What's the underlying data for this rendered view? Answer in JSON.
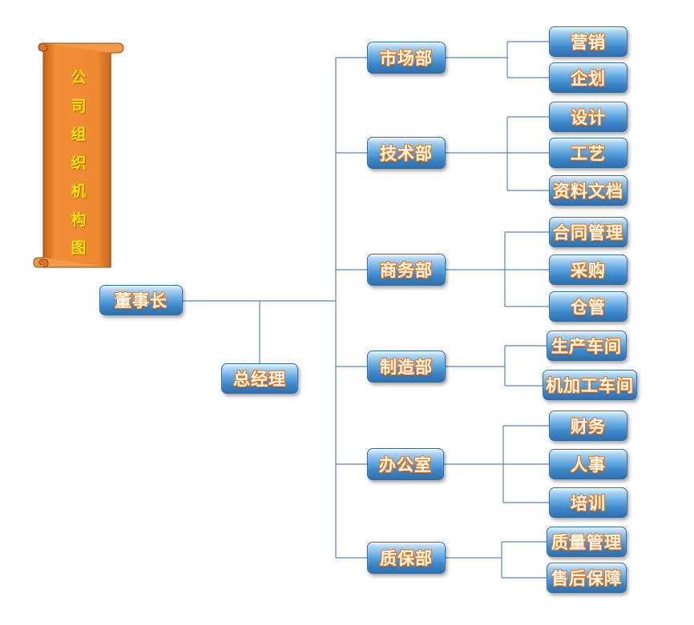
{
  "title": {
    "chars": [
      "公",
      "司",
      "组",
      "织",
      "机",
      "构",
      "图"
    ],
    "scroll_color": "#ef8a33",
    "text_color": "#ffe600"
  },
  "chairman": "董事长",
  "general_manager": "总经理",
  "departments": [
    {
      "name": "市场部",
      "subs": [
        "营销",
        "企划"
      ]
    },
    {
      "name": "技术部",
      "subs": [
        "设计",
        "工艺",
        "资料文档"
      ]
    },
    {
      "name": "商务部",
      "subs": [
        "合同管理",
        "采购",
        "仓管"
      ]
    },
    {
      "name": "制造部",
      "subs": [
        "生产车间",
        "机加工车间"
      ]
    },
    {
      "name": "办公室",
      "subs": [
        "财务",
        "人事",
        "培训"
      ]
    },
    {
      "name": "质保部",
      "subs": [
        "质量管理",
        "售后保障"
      ]
    }
  ],
  "colors": {
    "box": "#4b94d6",
    "text_outline": "#e8781e",
    "connector": "#5b86c2"
  }
}
